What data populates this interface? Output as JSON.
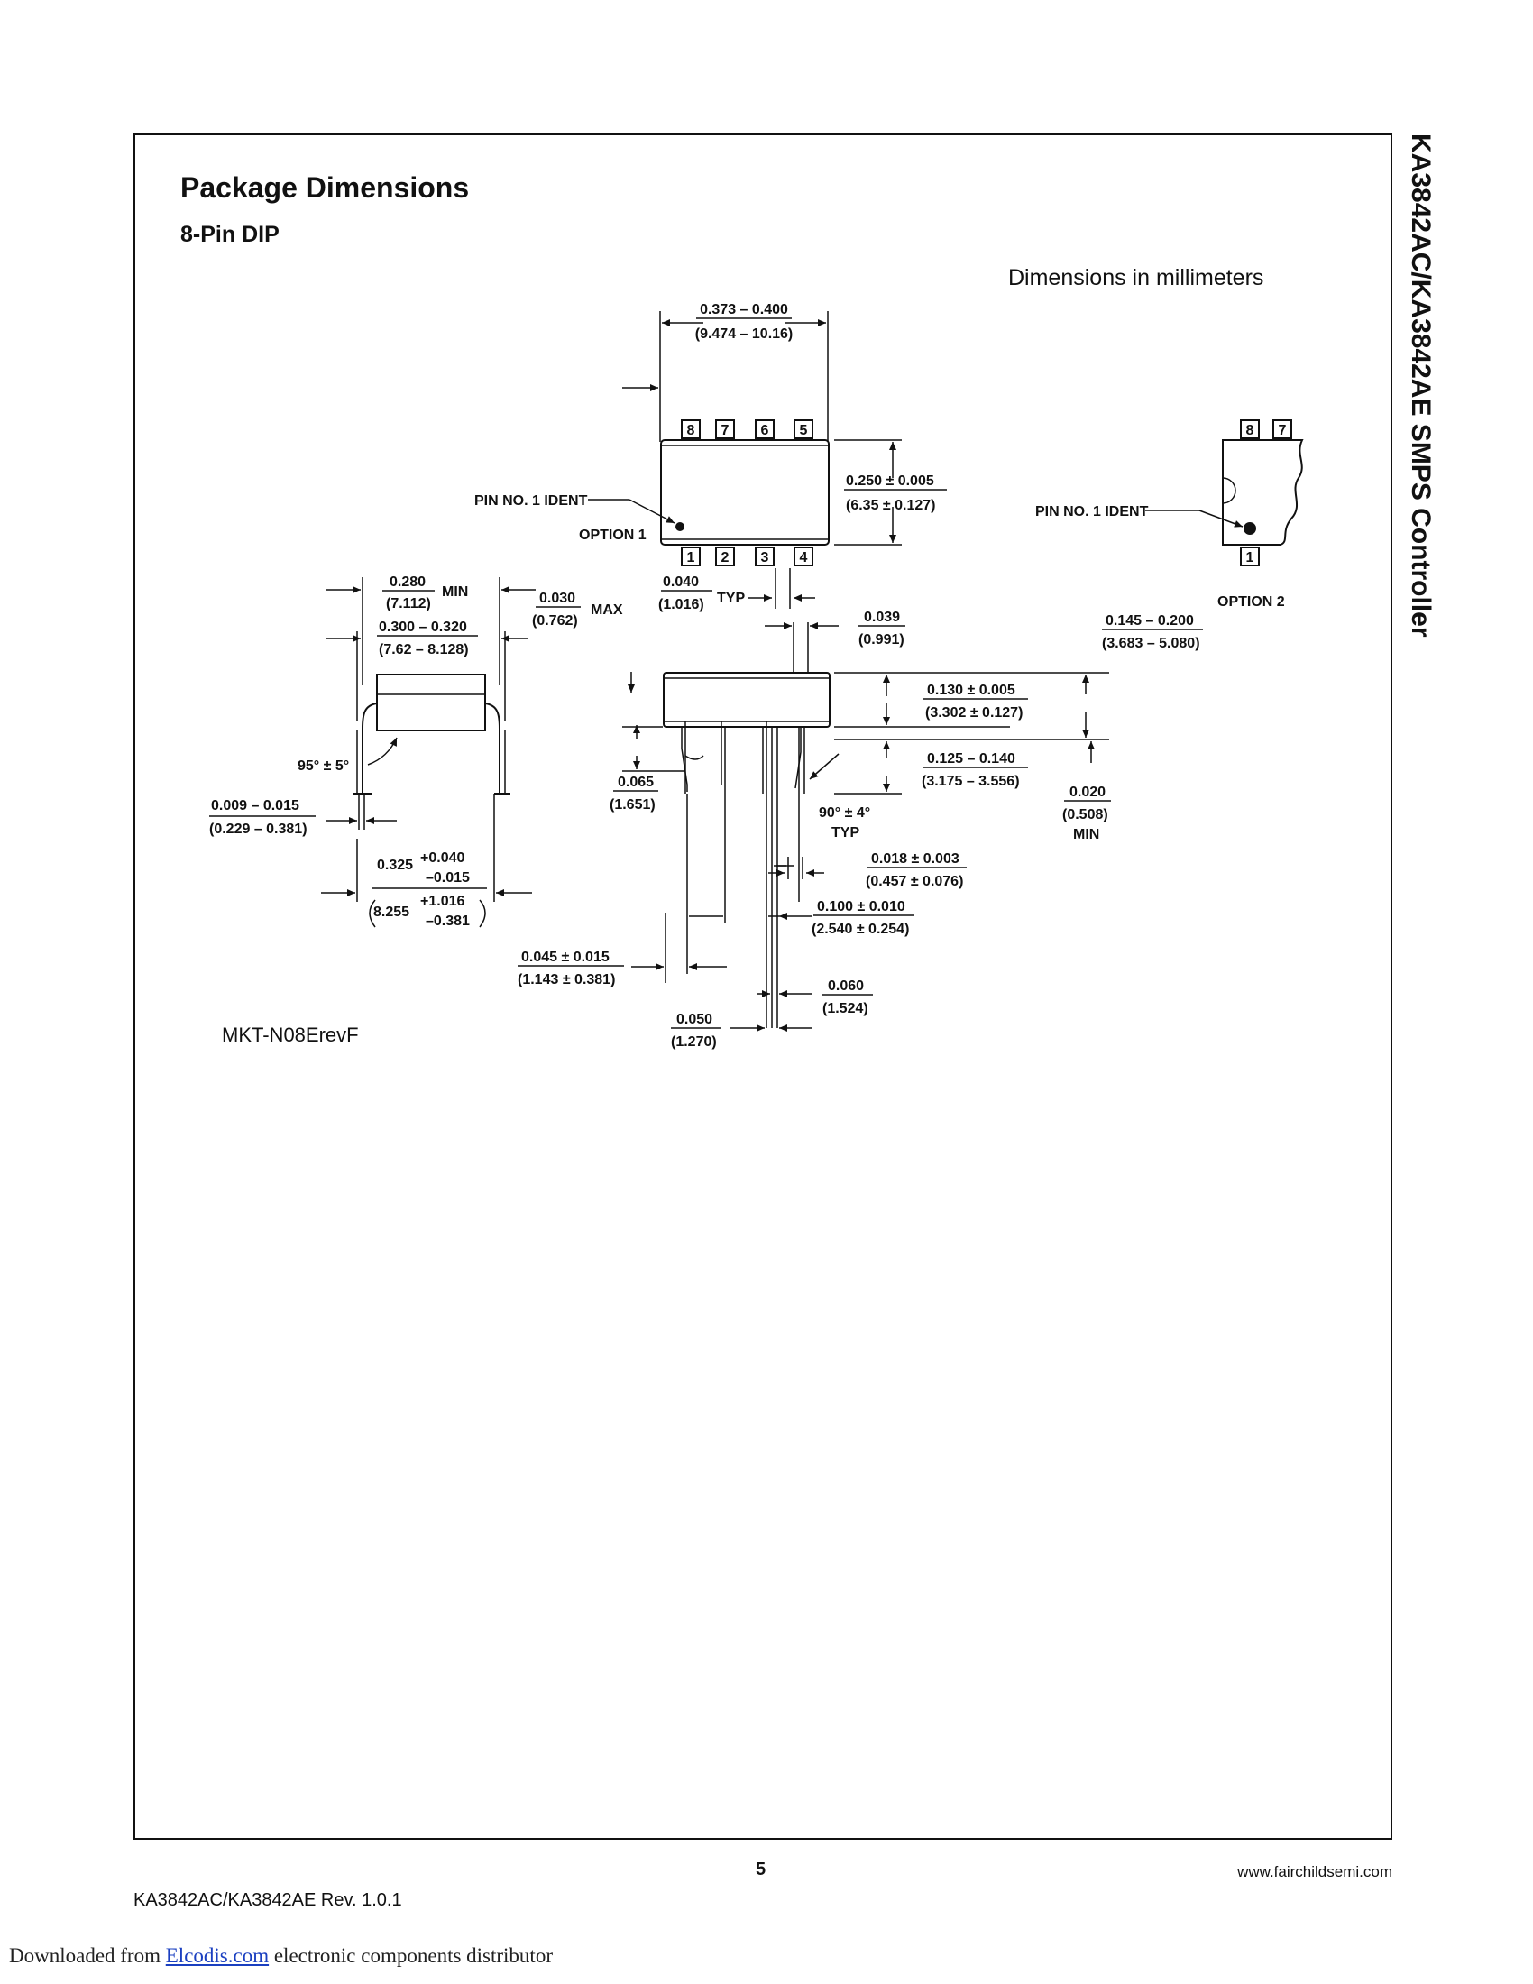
{
  "document": {
    "title": "Package Dimensions",
    "subtitle": "8-Pin DIP",
    "units_note": "Dimensions in millimeters",
    "side_title": "KA3842AC/KA3842AE  SMPS Controller",
    "drawing_code": "MKT-N08ErevF",
    "page_number": "5",
    "website": "www.fairchildsemi.com",
    "revision": "KA3842AC/KA3842AE Rev. 1.0.1",
    "download_prefix": "Downloaded from ",
    "download_link": "Elcodis.com",
    "download_suffix": " electronic components distributor"
  },
  "drawing": {
    "top_view": {
      "width_in": "0.373 – 0.400",
      "width_mm": "(9.474 – 10.16)",
      "height_in": "0.250 ± 0.005",
      "height_mm": "(6.35 ± 0.127)",
      "pins_top": [
        "8",
        "7",
        "6",
        "5"
      ],
      "pins_bottom": [
        "1",
        "2",
        "3",
        "4"
      ],
      "pin1_label": "PIN NO. 1 IDENT",
      "option1": "OPTION 1",
      "gap_in": "0.040",
      "gap_mm": "(1.016)",
      "typ": "TYP"
    },
    "option2": {
      "pins_top": [
        "8",
        "7"
      ],
      "pins_bottom": [
        "1"
      ],
      "pin1_label": "PIN NO. 1 IDENT",
      "label": "OPTION 2"
    },
    "end_view": {
      "row_min_in": "0.280",
      "row_min_mm": "(7.112)",
      "min": "MIN",
      "row_in": "0.300 – 0.320",
      "row_mm": "(7.62 – 8.128)",
      "shoulder_in": "0.030",
      "shoulder_mm": "(0.762)",
      "max": "MAX",
      "angle": "95° ± 5°",
      "lead_in": "0.009 – 0.015",
      "lead_mm": "(0.229 – 0.381)",
      "span_in": "0.325",
      "span_in_plus": "+0.040",
      "span_in_minus": "–0.015",
      "span_mm": "8.255",
      "span_mm_plus": "+1.016",
      "span_mm_minus": "–0.381"
    },
    "side_view": {
      "top_in": "0.039",
      "top_mm": "(0.991)",
      "body_in": "0.130 ± 0.005",
      "body_mm": "(3.302 ± 0.127)",
      "total_in": "0.145 – 0.200",
      "total_mm": "(3.683 – 5.080)",
      "seat_in": "0.065",
      "seat_mm": "(1.651)",
      "lead_len_in": "0.125 – 0.140",
      "lead_len_mm": "(3.175 – 3.556)",
      "standoff_in": "0.020",
      "standoff_mm": "(0.508)",
      "standoff_min": "MIN",
      "angle": "90° ± 4°",
      "angle_typ": "TYP",
      "lead_w_in": "0.018 ± 0.003",
      "lead_w_mm": "(0.457 ± 0.076)",
      "pitch_in": "0.100 ± 0.010",
      "pitch_mm": "(2.540 ± 0.254)",
      "end_in": "0.045 ± 0.015",
      "end_mm": "(1.143 ± 0.381)",
      "shoulder_in": "0.060",
      "shoulder_mm": "(1.524)",
      "half_in": "0.050",
      "half_mm": "(1.270)"
    }
  }
}
